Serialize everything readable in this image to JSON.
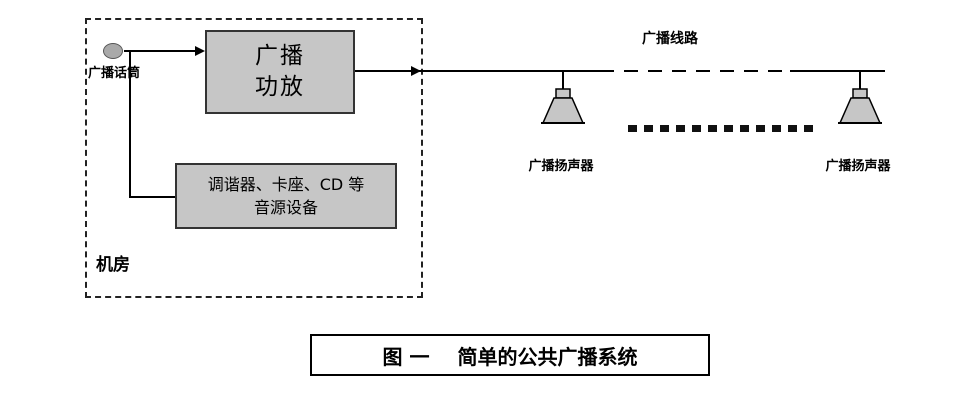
{
  "figure": {
    "caption_prefix": "图 一",
    "caption_text": "简单的公共广播系统"
  },
  "machine_room": {
    "label": "机房",
    "mic_label": "广播话筒",
    "amplifier": {
      "line1": "广播",
      "line2": "功放"
    },
    "sources": {
      "line1": "调谐器、卡座、CD 等",
      "line2": "音源设备"
    }
  },
  "broadcast_line_label": "广播线路",
  "speakers": {
    "left_label": "广播扬声器",
    "right_label": "广播扬声器"
  },
  "colors": {
    "box_fill": "#c6c6c6",
    "line_color": "#000000",
    "background": "#ffffff"
  }
}
